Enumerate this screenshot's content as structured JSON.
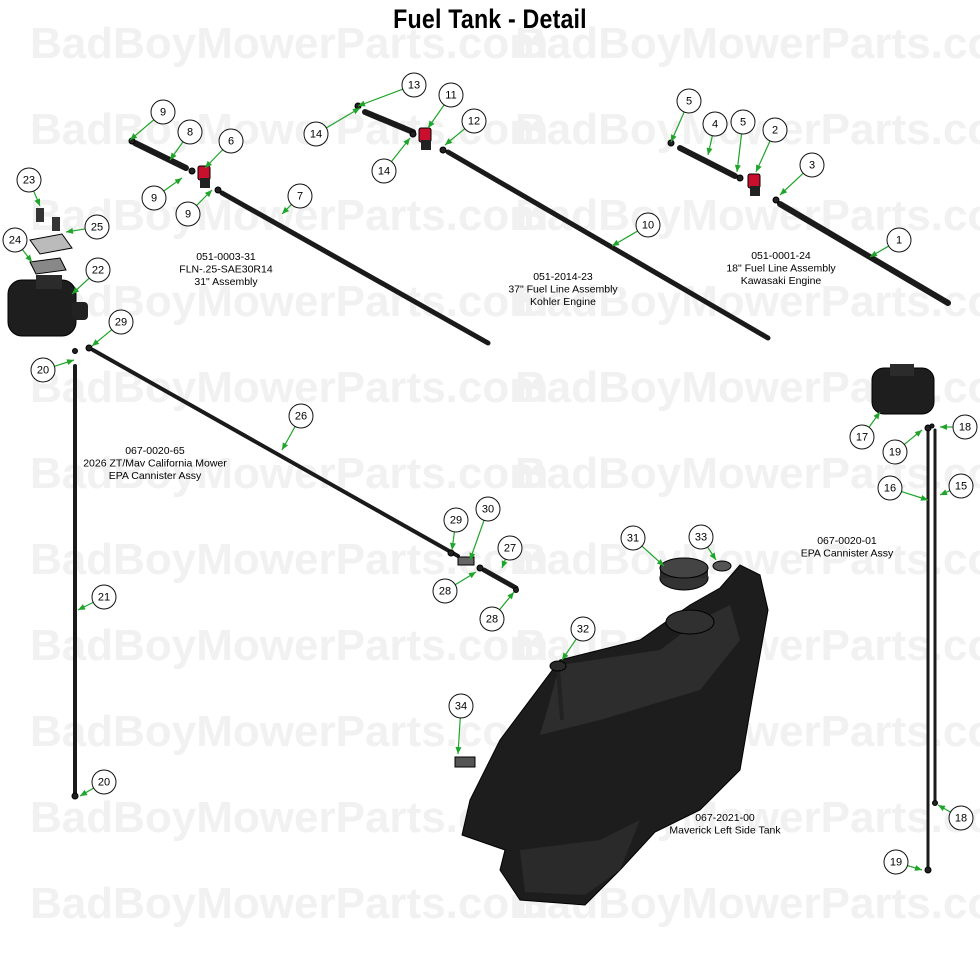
{
  "title": "Fuel Tank - Detail",
  "watermark": "BadBoyMowerParts.com",
  "colors": {
    "leader": "#1fa52a",
    "valve": "#c8102e",
    "part": "#222222"
  },
  "assemblies": [
    {
      "id": "a1",
      "lines": [
        "051-0003-31",
        "FLN-.25-SAE30R14",
        "31\" Assembly"
      ]
    },
    {
      "id": "a2",
      "lines": [
        "051-2014-23",
        "37\" Fuel Line Assembly",
        "Kohler Engine"
      ]
    },
    {
      "id": "a3",
      "lines": [
        "051-0001-24",
        "18\" Fuel Line Assembly",
        "Kawasaki Engine"
      ]
    },
    {
      "id": "a4",
      "lines": [
        "067-0020-65",
        "2026 ZT/Mav California Mower",
        "EPA Cannister Assy"
      ]
    },
    {
      "id": "a5",
      "lines": [
        "067-0020-01",
        "EPA Cannister Assy"
      ]
    },
    {
      "id": "a6",
      "lines": [
        "067-2021-00",
        "Maverick Left Side Tank"
      ]
    }
  ],
  "callouts": [
    "9",
    "8",
    "6",
    "9",
    "9",
    "7",
    "13",
    "11",
    "14",
    "12",
    "14",
    "10",
    "5",
    "4",
    "5",
    "2",
    "3",
    "1",
    "23",
    "25",
    "24",
    "22",
    "29",
    "20",
    "26",
    "21",
    "20",
    "29",
    "30",
    "27",
    "28",
    "28",
    "31",
    "33",
    "32",
    "34",
    "17",
    "18",
    "19",
    "16",
    "15",
    "18",
    "19"
  ]
}
